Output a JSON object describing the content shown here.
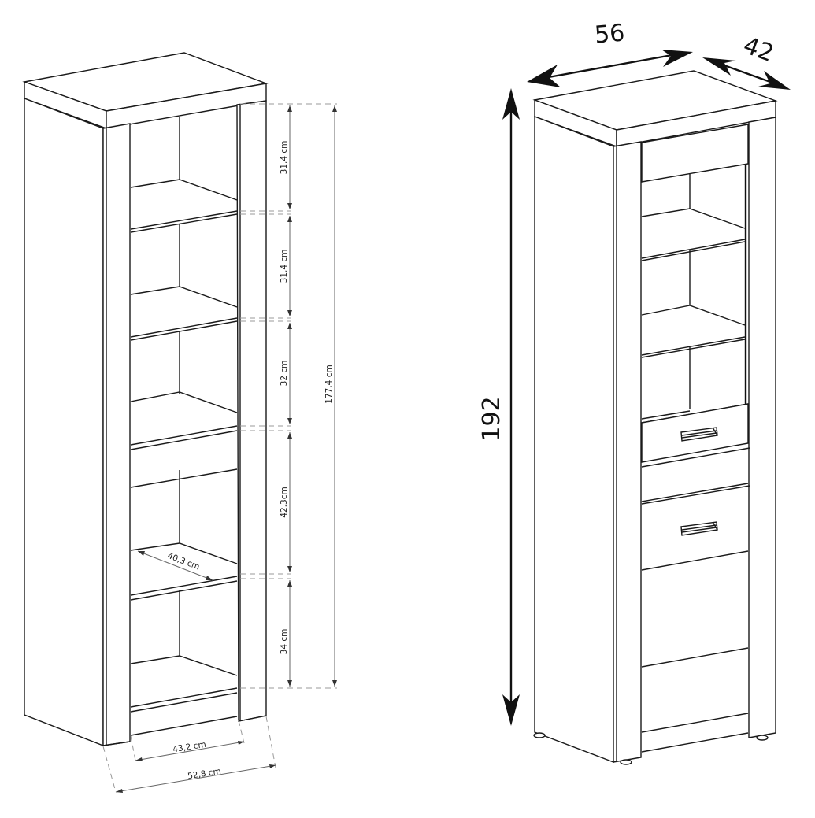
{
  "diagram": {
    "type": "furniture-dimension-drawing",
    "left_view": {
      "description": "Open bookcase interior view with shelf heights",
      "shelf_heights": [
        {
          "label": "31,4 cm"
        },
        {
          "label": "31,4 cm"
        },
        {
          "label": "32 cm"
        },
        {
          "label": "42,3cm"
        },
        {
          "label": "34 cm"
        }
      ],
      "total_inner_height": "177,4 cm",
      "shelf_depth": "40,3 cm",
      "inner_width": "43,2 cm",
      "outer_width": "52,8 cm"
    },
    "right_view": {
      "description": "Cabinet with glass door, drawer and lower door",
      "width": "56",
      "depth": "42",
      "height": "192"
    },
    "colors": {
      "line": "#1a1a1a",
      "dimension_line": "#666666",
      "dashed_guide": "#999999",
      "background": "#ffffff"
    }
  }
}
